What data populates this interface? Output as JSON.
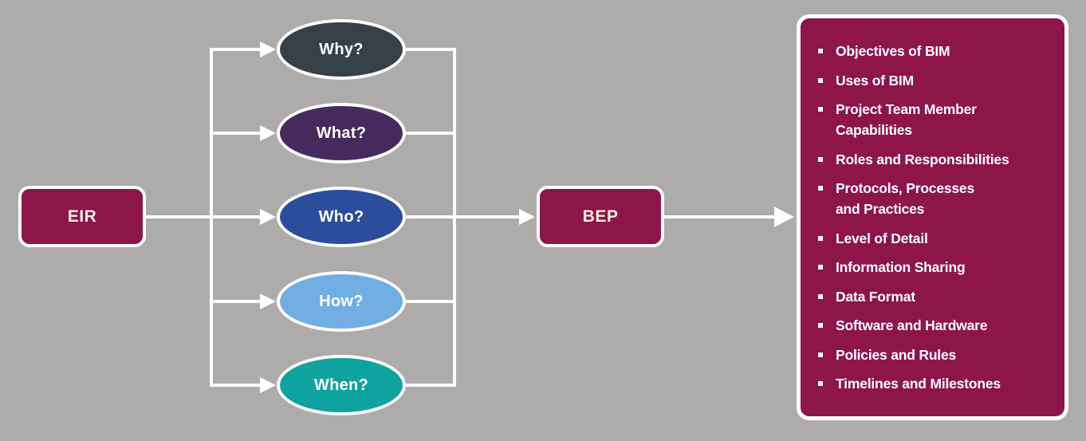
{
  "colors": {
    "background": "#ADACAB",
    "maroon": "#8D1549",
    "connector": "#FFFFFF",
    "border": "#FFFFFF",
    "box_label": "#F7EFDC",
    "ellipse_label": "#FFFFFF",
    "panel_text": "#FFFFFF",
    "why_fill": "#364049",
    "what_fill": "#472A5D",
    "who_fill": "#2B4D9B",
    "how_fill": "#70AEE3",
    "when_fill": "#0FA3A0"
  },
  "nodes": {
    "eir": {
      "label": "EIR"
    },
    "bep": {
      "label": "BEP"
    },
    "questions": [
      {
        "id": "why",
        "label": "Why?"
      },
      {
        "id": "what",
        "label": "What?"
      },
      {
        "id": "who",
        "label": "Who?"
      },
      {
        "id": "how",
        "label": "How?"
      },
      {
        "id": "when",
        "label": "When?"
      }
    ]
  },
  "panel": {
    "items": [
      "Objectives of BIM",
      "Uses of BIM",
      "Project Team Member\nCapabilities",
      "Roles and Responsibilities",
      "Protocols, Processes\nand Practices",
      "Level of Detail",
      "Information Sharing",
      "Data Format",
      "Software and Hardware",
      "Policies and Rules",
      "Timelines and Milestones"
    ]
  }
}
